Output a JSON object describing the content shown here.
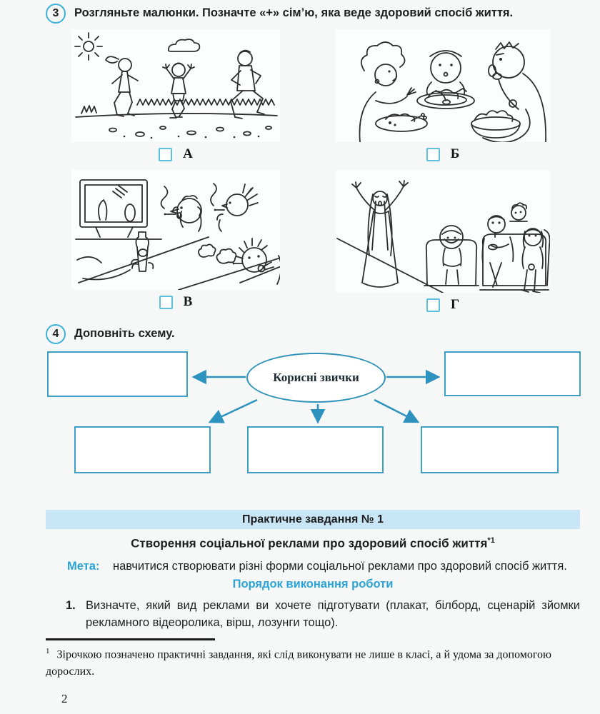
{
  "colors": {
    "accent": "#3fb0d8",
    "bar_bg": "#c9e6f7",
    "cyan_text": "#2aa3d6",
    "box_border": "#3d9ec6",
    "arrow": "#2d93be",
    "checkbox_border": "#5fc0dd",
    "text": "#1f1f1f"
  },
  "task3": {
    "number": "3",
    "title": "Розгляньте малюнки. Позначте «+» сім’ю, яка веде здоровий спосіб життя.",
    "options": [
      {
        "letter": "А",
        "illustration": "family-jogging-outdoors",
        "checked": false
      },
      {
        "letter": "Б",
        "illustration": "family-overeating-at-table",
        "checked": false
      },
      {
        "letter": "В",
        "illustration": "family-smoking-drinking-watching-tv",
        "checked": false
      },
      {
        "letter": "Г",
        "illustration": "family-watching-singer-performance",
        "checked": false
      }
    ]
  },
  "task4": {
    "number": "4",
    "title": "Доповніть схему.",
    "diagram": {
      "center_label": "Корисні звички",
      "empty_boxes": 5
    }
  },
  "practical": {
    "bar_title": "Практичне завдання № 1",
    "subtitle": "Створення соціальної реклами про здоровий спосіб життя",
    "subtitle_sup": "*1",
    "meta_label": "Мета:",
    "meta_text": "навчитися створювати різні форми соціальної реклами про здоровий спосіб життя.",
    "order_title": "Порядок виконання роботи",
    "steps": [
      {
        "num": "1.",
        "text": "Визначте, який вид реклами ви хочете підготувати (плакат, білборд, сценарій зйомки рекламного відеоролика, вірш, лозунги тощо)."
      }
    ]
  },
  "footnote": {
    "marker": "1",
    "text": "Зірочкою позначено практичні завдання, які слід виконувати не лише в класі, а й удома за допомогою дорослих."
  },
  "page": {
    "number": "2"
  }
}
